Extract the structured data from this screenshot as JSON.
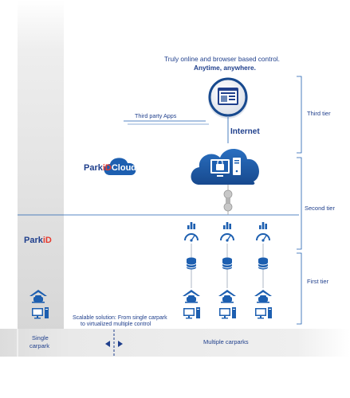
{
  "headline": {
    "line1": "Truly online and browser based control.",
    "line2": "Anytime, anywhere."
  },
  "labels": {
    "third_party": "Third party Apps",
    "internet": "Internet",
    "scalable_line1": "Scalable solution: From single carpark",
    "scalable_line2": "to virtualized multiple control",
    "single_carpark_line1": "Single",
    "single_carpark_line2": "carpark",
    "multiple_carparks": "Multiple carparks"
  },
  "tiers": {
    "third": "Third tier",
    "second": "Second tier",
    "first": "First tier"
  },
  "brands": {
    "cloud_prefix": "Park",
    "cloud_i": "iD",
    "cloud_suffix": "Cloud",
    "parkid_prefix": "Park",
    "parkid_i": "iD"
  },
  "colors": {
    "primary": "#1f3f8c",
    "accent_blue": "#1d5fb0",
    "logo_red": "#e63a2e",
    "grey_band": "#e6e6e6",
    "sidebar_grey": "#d9d9d9"
  },
  "icons": [
    "globe-icon",
    "cloud-server-icon",
    "connector-icon",
    "bar-chart-icon",
    "gauge-icon",
    "database-icon",
    "car-house-icon",
    "computer-icon",
    "left-right-arrow-icon"
  ]
}
